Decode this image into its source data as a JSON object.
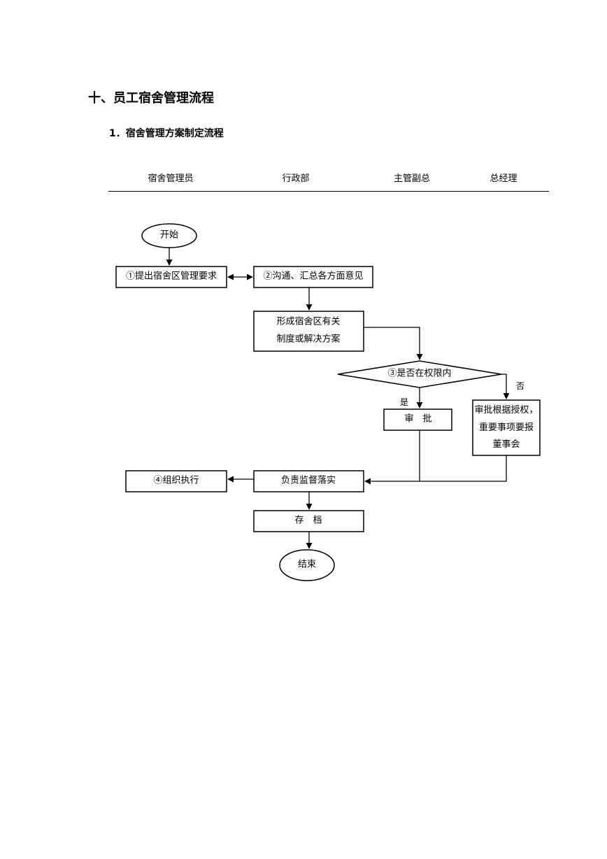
{
  "heading": "十、员工宿舍管理流程",
  "subheading": "1．宿舍管理方案制定流程",
  "lanes": [
    "宿舍管理员",
    "行政部",
    "主管副总",
    "总经理"
  ],
  "nodes": {
    "start": "开始",
    "step1": "①提出宿舍区管理要求",
    "step2": "②沟通、汇总各方面意见",
    "form_line1": "形成宿舍区有关",
    "form_line2": "制度或解决方案",
    "decision": "③是否在权限内",
    "approve": "审　批",
    "board_line1": "审批根据授权，",
    "board_line2": "重要事项要报",
    "board_line3": "董事会",
    "supervise": "负责监督落实",
    "execute": "④组织执行",
    "archive": "存　档",
    "end": "结束"
  },
  "edge_labels": {
    "yes": "是",
    "no": "否"
  }
}
